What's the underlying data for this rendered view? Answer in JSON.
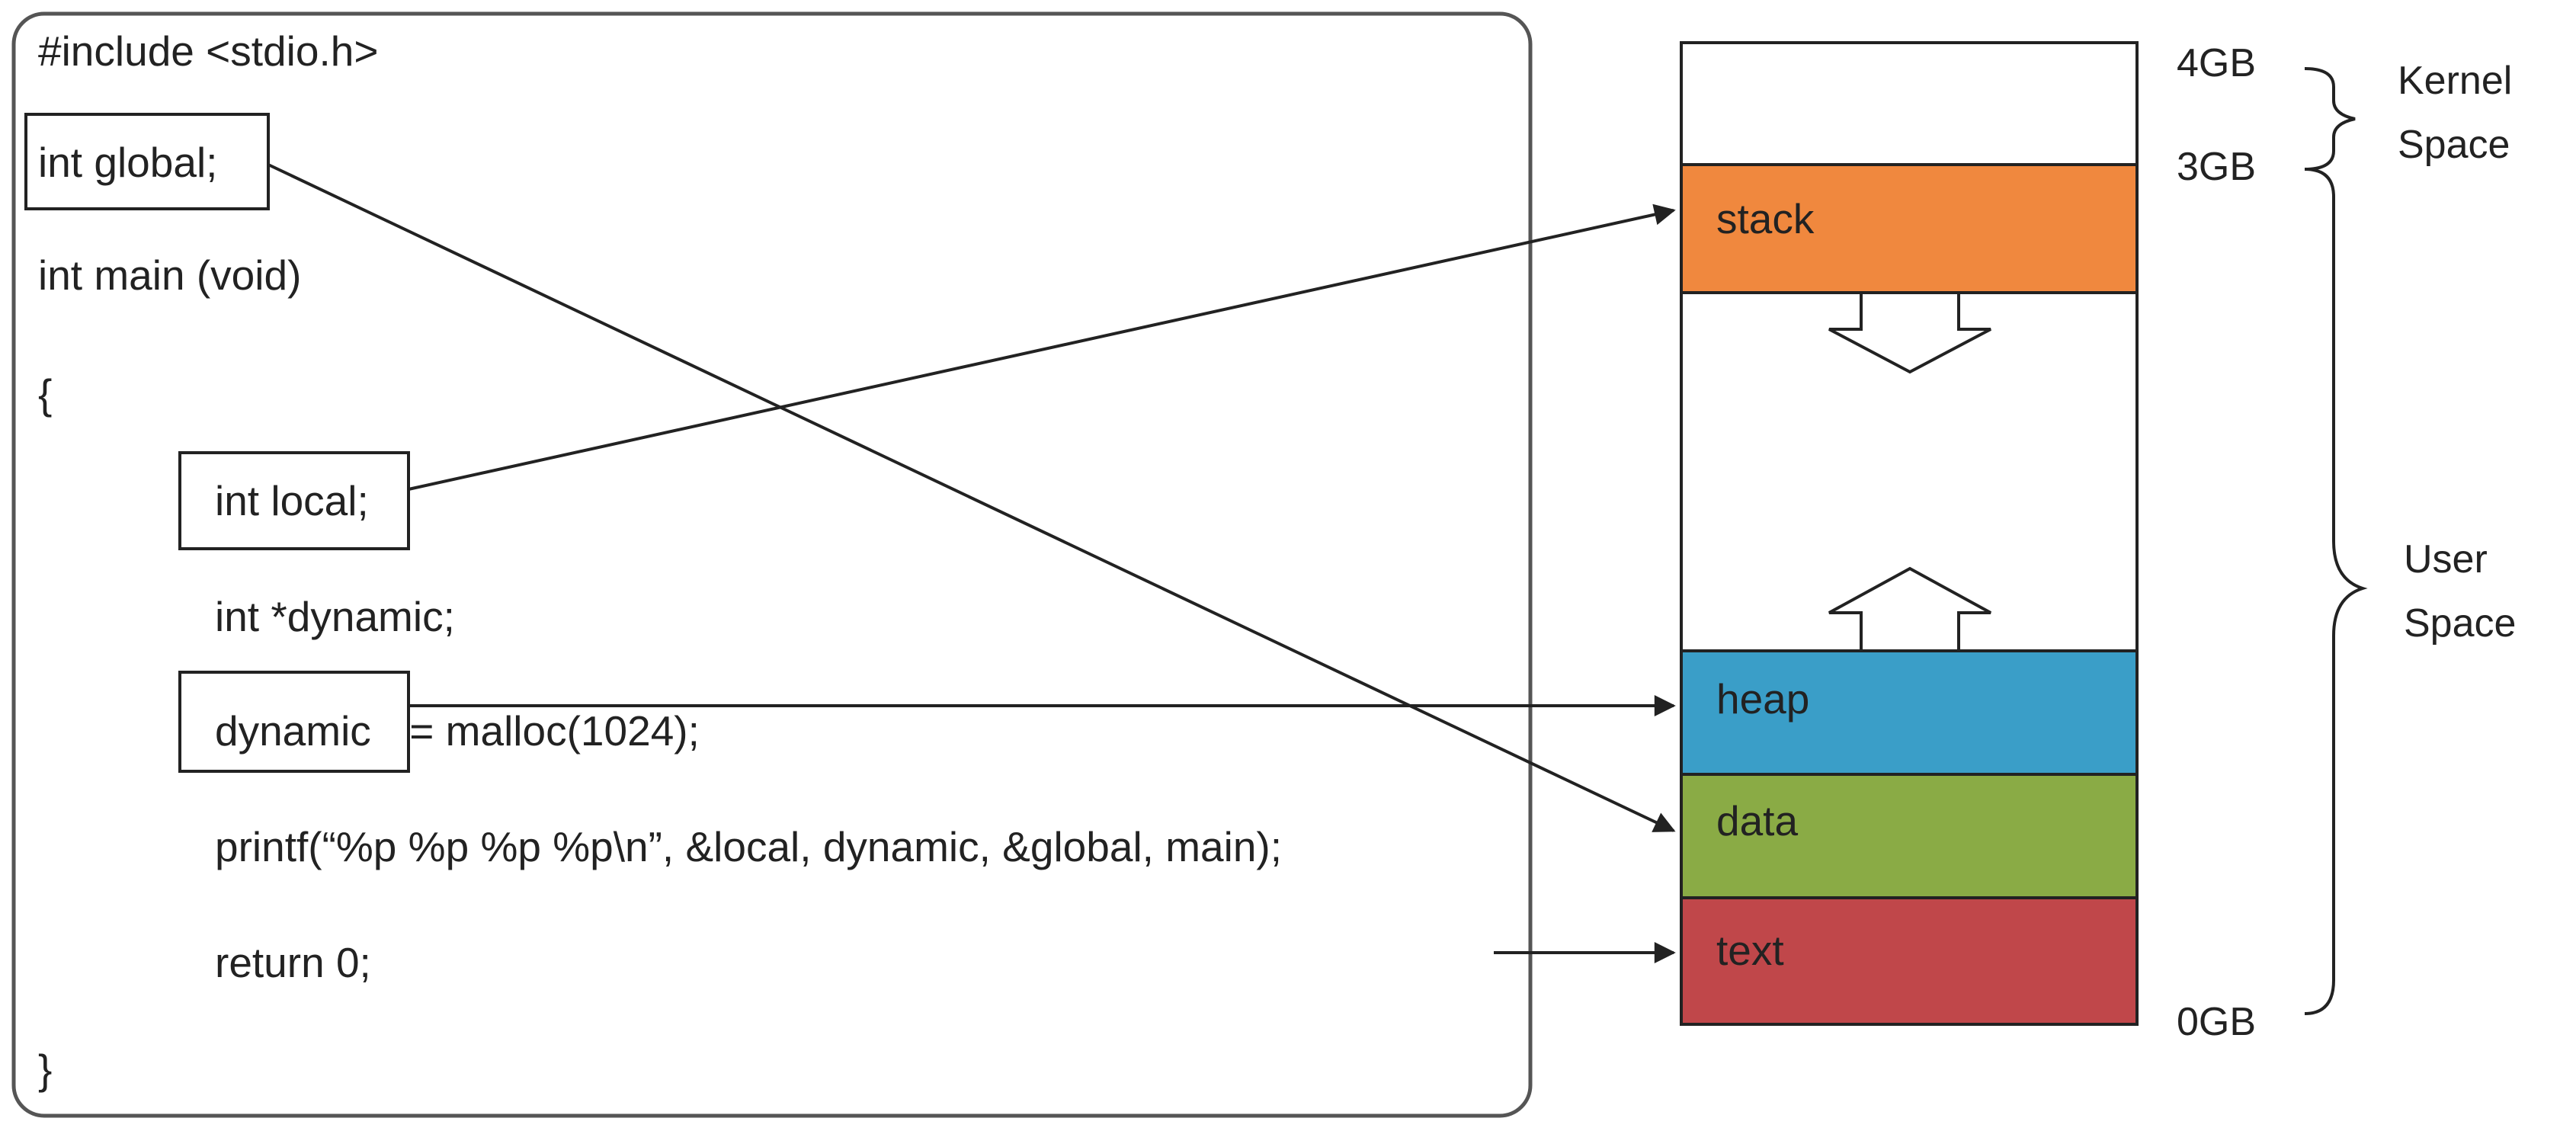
{
  "code": {
    "include": "#include <stdio.h>",
    "global_decl": "int global;",
    "main_sig": "int main (void)",
    "open_brace": "{",
    "local_decl": "int local;",
    "dynamic_decl": "int *dynamic;",
    "dynamic_word": "dynamic",
    "malloc_rest": " = malloc(1024);",
    "printf_line": "printf(“%p %p %p %p\\n”, &local, dynamic, &global, main);",
    "return_line": "return 0;",
    "close_brace": "}"
  },
  "memory": {
    "segments": [
      {
        "name": "kernel",
        "label": "",
        "color": "#ffffff"
      },
      {
        "name": "stack",
        "label": "stack",
        "color": "#f0883e"
      },
      {
        "name": "free",
        "label": "",
        "color": "#ffffff"
      },
      {
        "name": "heap",
        "label": "heap",
        "color": "#3a9ec8"
      },
      {
        "name": "data",
        "label": "data",
        "color": "#8aab45"
      },
      {
        "name": "text",
        "label": "text",
        "color": "#c0474a"
      }
    ],
    "addresses": {
      "top": "4GB",
      "kernel_boundary": "3GB",
      "bottom": "0GB"
    },
    "space_labels": {
      "kernel": "Kernel\nSpace",
      "user": "User\nSpace"
    }
  },
  "colors": {
    "line": "#222222",
    "frame": "#555555"
  }
}
